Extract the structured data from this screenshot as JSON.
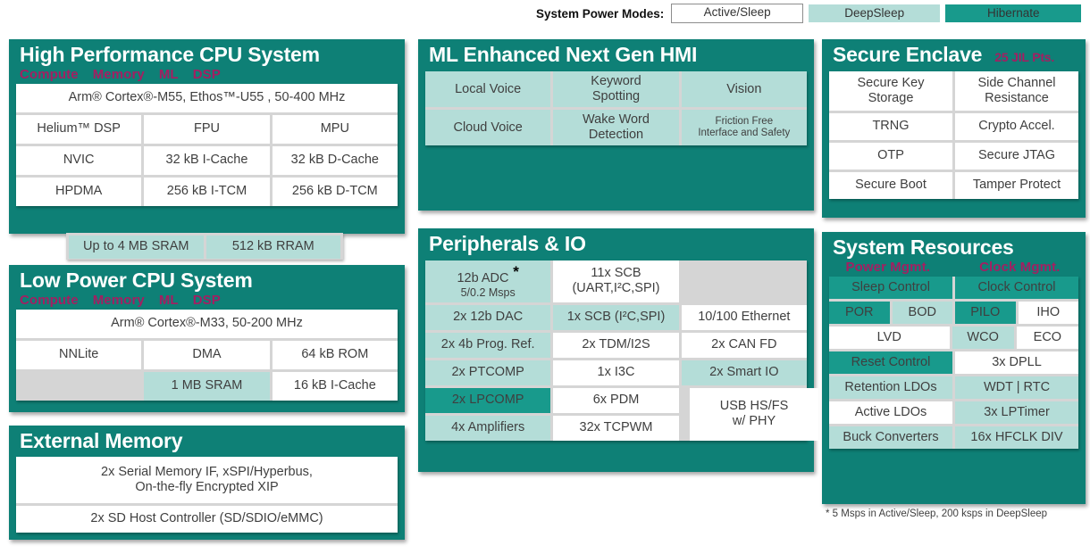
{
  "power_modes": {
    "label": "System Power Modes:",
    "modes": [
      {
        "name": "Active/Sleep",
        "style": "active",
        "color": "#ffffff"
      },
      {
        "name": "DeepSleep",
        "style": "deep",
        "color": "#b4ddd8"
      },
      {
        "name": "Hibernate",
        "style": "hib",
        "color": "#189a8c"
      }
    ]
  },
  "colors": {
    "block_teal": "#0e8076",
    "deep_sleep": "#b4ddd8",
    "hibernate": "#189a8c",
    "magenta": "#a31f62",
    "cell_white": "#ffffff",
    "cell_gap": "#d5d5d5"
  },
  "hp_cpu": {
    "title": "High Performance CPU System",
    "legend": [
      "Compute",
      "Memory",
      "ML",
      "DSP"
    ],
    "rows": [
      [
        {
          "text": "Arm® Cortex®-M55, Ethos™-U55 , 50-400 MHz",
          "fill": "white",
          "span": 3
        }
      ],
      [
        {
          "text": "Helium™ DSP",
          "fill": "white"
        },
        {
          "text": "FPU",
          "fill": "white"
        },
        {
          "text": "MPU",
          "fill": "white"
        }
      ],
      [
        {
          "text": "NVIC",
          "fill": "white"
        },
        {
          "text": "32 kB I-Cache",
          "fill": "white"
        },
        {
          "text": "32 kB D-Cache",
          "fill": "white"
        }
      ],
      [
        {
          "text": "HPDMA",
          "fill": "white"
        },
        {
          "text": "256 kB I-TCM",
          "fill": "white"
        },
        {
          "text": "256 kB D-TCM",
          "fill": "white"
        }
      ]
    ]
  },
  "sram_bar": {
    "cells": [
      {
        "text": "Up to 4 MB SRAM",
        "fill": "deep"
      },
      {
        "text": "512 kB RRAM",
        "fill": "deep"
      }
    ]
  },
  "lp_cpu": {
    "title": "Low Power CPU System",
    "legend": [
      "Compute",
      "Memory",
      "ML",
      "DSP"
    ],
    "rows": [
      [
        {
          "text": "Arm® Cortex®-M33, 50-200 MHz",
          "fill": "white",
          "span": 3
        }
      ],
      [
        {
          "text": "NNLite",
          "fill": "white"
        },
        {
          "text": "DMA",
          "fill": "white"
        },
        {
          "text": "64 kB ROM",
          "fill": "white"
        }
      ],
      [
        {
          "text": "",
          "fill": "empty"
        },
        {
          "text": "1 MB SRAM",
          "fill": "deep"
        },
        {
          "text": "16 kB I-Cache",
          "fill": "white"
        }
      ]
    ]
  },
  "ext_mem": {
    "title": "External Memory",
    "rows": [
      [
        {
          "line1": "2x Serial Memory IF, xSPI/Hyperbus,",
          "line2": "On-the-fly Encrypted XIP",
          "fill": "white"
        }
      ],
      [
        {
          "line1": "2x SD Host Controller (SD/SDIO/eMMC)",
          "fill": "white"
        }
      ]
    ]
  },
  "hmi": {
    "title": "ML Enhanced Next Gen HMI",
    "rows": [
      [
        {
          "text": "Local Voice",
          "fill": "deep"
        },
        {
          "line1": "Keyword",
          "line2": "Spotting",
          "fill": "deep"
        },
        {
          "text": "Vision",
          "fill": "deep"
        }
      ],
      [
        {
          "text": "Cloud Voice",
          "fill": "deep"
        },
        {
          "line1": "Wake Word",
          "line2": "Detection",
          "fill": "deep"
        },
        {
          "line1": "Friction Free",
          "line2": "Interface and Safety",
          "fill": "deep",
          "small": true
        }
      ]
    ]
  },
  "peripherals": {
    "title": "Peripherals & IO",
    "rows": [
      [
        {
          "line1": "12b ADC",
          "line2": "5/0.2 Msps",
          "fill": "deep",
          "star": true
        },
        {
          "line1": "11x SCB",
          "line2": "(UART,I²C,SPI)",
          "fill": "white"
        },
        {
          "text": "",
          "fill": "empty"
        }
      ],
      [
        {
          "text": "2x 12b DAC",
          "fill": "deep"
        },
        {
          "text": "1x SCB (I²C,SPI)",
          "fill": "deep"
        },
        {
          "text": "10/100 Ethernet",
          "fill": "white"
        }
      ],
      [
        {
          "text": "2x 4b Prog. Ref.",
          "fill": "deep"
        },
        {
          "text": "2x TDM/I2S",
          "fill": "white"
        },
        {
          "text": "2x CAN FD",
          "fill": "white"
        }
      ],
      [
        {
          "text": "2x PTCOMP",
          "fill": "deep"
        },
        {
          "text": "1x I3C",
          "fill": "white"
        },
        {
          "text": "2x Smart IO",
          "fill": "deep"
        }
      ],
      [
        {
          "text": "2x LPCOMP",
          "fill": "hib"
        },
        {
          "text": "6x PDM",
          "fill": "white"
        },
        {
          "line1": "USB HS/FS",
          "line2": "w/ PHY",
          "fill": "white"
        }
      ],
      [
        {
          "text": "4x Amplifiers",
          "fill": "deep"
        },
        {
          "text": "32x TCPWM",
          "fill": "white"
        }
      ]
    ],
    "footnote": "* 5 Msps in Active/Sleep, 200 ksps in DeepSleep"
  },
  "secure_enclave": {
    "title": "Secure Enclave",
    "badge": "25 JIL Pts.",
    "rows": [
      [
        {
          "line1": "Secure Key",
          "line2": "Storage",
          "fill": "white"
        },
        {
          "line1": "Side Channel",
          "line2": "Resistance",
          "fill": "white"
        }
      ],
      [
        {
          "text": "TRNG",
          "fill": "white"
        },
        {
          "text": "Crypto Accel.",
          "fill": "white"
        }
      ],
      [
        {
          "text": "OTP",
          "fill": "white"
        },
        {
          "text": "Secure JTAG",
          "fill": "white"
        }
      ],
      [
        {
          "text": "Secure Boot",
          "fill": "white"
        },
        {
          "text": "Tamper Protect",
          "fill": "white"
        }
      ]
    ]
  },
  "system_resources": {
    "title": "System Resources",
    "legend": [
      "Power Mgmt.",
      "Clock Mgmt."
    ],
    "rows": [
      {
        "left": [
          {
            "text": "Sleep Control",
            "fill": "hib"
          }
        ],
        "right": [
          {
            "text": "Clock Control",
            "fill": "hib"
          }
        ]
      },
      {
        "left": [
          {
            "text": "POR",
            "fill": "hib"
          },
          {
            "text": "BOD",
            "fill": "deep"
          }
        ],
        "right": [
          {
            "text": "PILO",
            "fill": "hib"
          },
          {
            "text": "IHO",
            "fill": "white"
          }
        ]
      },
      {
        "left": [
          {
            "text": "LVD",
            "fill": "white"
          }
        ],
        "right": [
          {
            "text": "WCO",
            "fill": "deep"
          },
          {
            "text": "ECO",
            "fill": "white"
          }
        ]
      },
      {
        "left": [
          {
            "text": "Reset Control",
            "fill": "hib"
          }
        ],
        "right": [
          {
            "text": "3x DPLL",
            "fill": "white"
          }
        ]
      },
      {
        "left": [
          {
            "text": "Retention LDOs",
            "fill": "deep"
          }
        ],
        "right": [
          {
            "text": "WDT  |  RTC",
            "fill": "deep"
          }
        ]
      },
      {
        "left": [
          {
            "text": "Active LDOs",
            "fill": "white"
          }
        ],
        "right": [
          {
            "text": "3x LPTimer",
            "fill": "deep"
          }
        ]
      },
      {
        "left": [
          {
            "text": "Buck Converters",
            "fill": "deep"
          }
        ],
        "right": [
          {
            "text": "16x HFCLK DIV",
            "fill": "deep"
          }
        ]
      }
    ]
  }
}
